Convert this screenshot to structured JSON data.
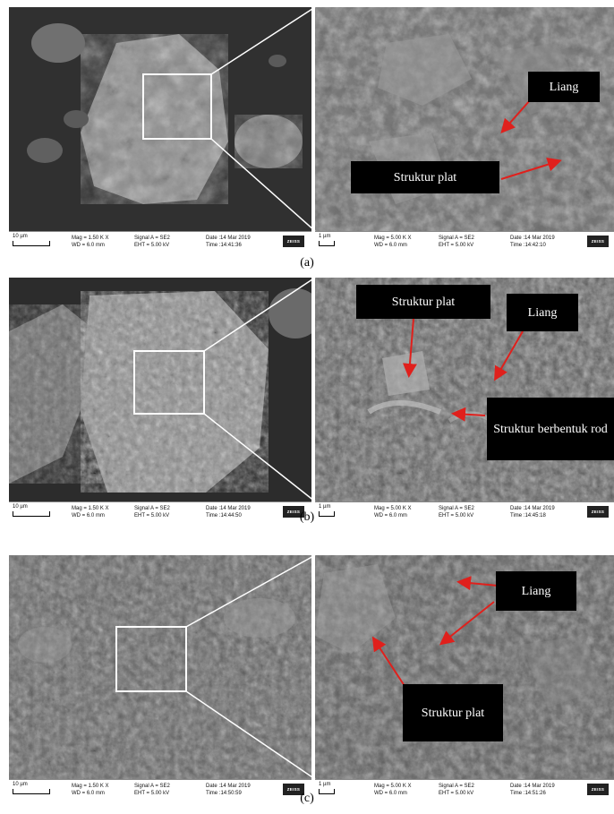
{
  "panels": [
    {
      "caption": "(a)",
      "left_meta": {
        "scale": "10 µm",
        "mag": "Mag =  1.50 K X",
        "wd": "WD =  6.0 mm",
        "signal": "Signal A = SE2",
        "eht": "EHT =  5.00 kV",
        "date": "Date :14 Mar 2019",
        "time": "Time :14:41:36"
      },
      "right_meta": {
        "scale": "1 µm",
        "mag": "Mag =  5.00 K X",
        "wd": "WD =  6.0 mm",
        "signal": "Signal A = SE2",
        "eht": "EHT =  5.00 kV",
        "date": "Date :14 Mar 2019",
        "time": "Time :14:42:10"
      },
      "labels": [
        "Liang",
        "Struktur plat"
      ]
    },
    {
      "caption": "(b)",
      "left_meta": {
        "scale": "10 µm",
        "mag": "Mag =  1.50 K X",
        "wd": "WD =  6.0 mm",
        "signal": "Signal A = SE2",
        "eht": "EHT =  5.00 kV",
        "date": "Date :14 Mar 2019",
        "time": "Time :14:44:50"
      },
      "right_meta": {
        "scale": "1 µm",
        "mag": "Mag =  5.00 K X",
        "wd": "WD =  6.0 mm",
        "signal": "Signal A = SE2",
        "eht": "EHT =  5.00 kV",
        "date": "Date :14 Mar 2019",
        "time": "Time :14:45:18"
      },
      "labels": [
        "Struktur plat",
        "Liang",
        "Struktur berbentuk rod"
      ]
    },
    {
      "caption": "(c)",
      "left_meta": {
        "scale": "10 µm",
        "mag": "Mag =  1.50 K X",
        "wd": "WD =  6.0 mm",
        "signal": "Signal A = SE2",
        "eht": "EHT =  5.00 kV",
        "date": "Date :14 Mar 2019",
        "time": "Time :14:50:59"
      },
      "right_meta": {
        "scale": "1 µm",
        "mag": "Mag =  5.00 K X",
        "wd": "WD =  6.0 mm",
        "signal": "Signal A = SE2",
        "eht": "EHT =  5.00 kV",
        "date": "Date :14 Mar 2019",
        "time": "Time :14:51:26"
      },
      "labels": [
        "Liang",
        "Struktur plat"
      ]
    }
  ],
  "logo_text": "ZEISS",
  "colors": {
    "arrow": "#e0201c",
    "label_bg": "#000000",
    "label_text": "#ffffff"
  }
}
